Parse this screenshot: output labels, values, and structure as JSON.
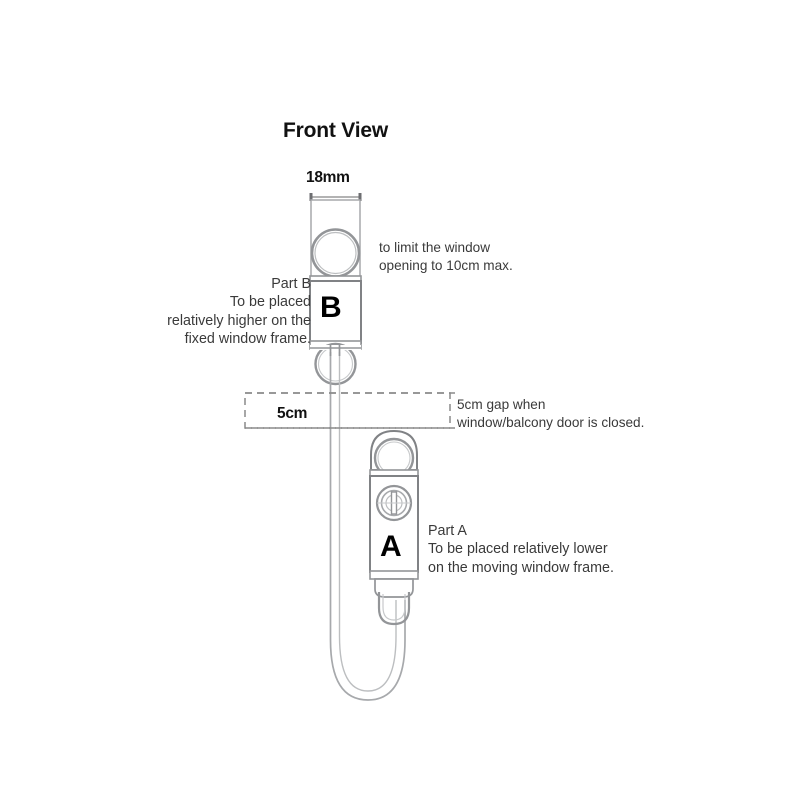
{
  "diagram": {
    "title": "Front View",
    "type": "window-restrictor-cable-lock",
    "view": "front"
  },
  "dimensions": {
    "width_label": "18mm",
    "gap_label": "5cm"
  },
  "parts": {
    "b": {
      "badge": "B",
      "name": "Part B",
      "description_line1": "To be placed",
      "description_line2": "relatively higher on the",
      "description_line3": "fixed window frame.",
      "description_full": "Part B To be placed relatively higher on the fixed window frame."
    },
    "a": {
      "badge": "A",
      "name": "Part A",
      "description_line1": "To be placed relatively lower",
      "description_line2": "on the moving window frame.",
      "description_full": "Part A To be placed relatively lower on the moving window frame."
    }
  },
  "annotations": {
    "limit_note_line1": "to limit the window",
    "limit_note_line2": "opening to 10cm max.",
    "limit_note_full": "to limit the window opening to 10cm max.",
    "gap_note_line1": "5cm gap when",
    "gap_note_line2": "window/balcony door is closed.",
    "gap_note_full": "5cm gap when window/balcony door is closed."
  },
  "colors": {
    "background": "#ffffff",
    "line": "#808285",
    "line_dark": "#58595b",
    "text": "#3a3a3a",
    "text_strong": "#111111",
    "dash": "#8a8a8a"
  }
}
